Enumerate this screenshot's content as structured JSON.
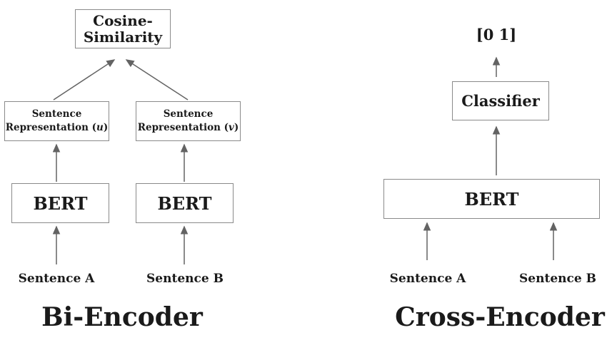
{
  "colors": {
    "background": "#ffffff",
    "box_border": "#8a8a8a",
    "arrow": "#636363",
    "text": "#1a1a1a"
  },
  "bi_encoder": {
    "title": "Bi-Encoder",
    "cosine_box": {
      "line1": "Cosine-",
      "line2": "Similarity"
    },
    "rep_u_box": {
      "line1": "Sentence",
      "line2_prefix": "Representation (",
      "variable": "u",
      "line2_suffix": ")"
    },
    "rep_v_box": {
      "line1": "Sentence",
      "line2_prefix": "Representation (",
      "variable": "v",
      "line2_suffix": ")"
    },
    "bert_left_box": "BERT",
    "bert_right_box": "BERT",
    "input_a": "Sentence A",
    "input_b": "Sentence B"
  },
  "cross_encoder": {
    "title": "Cross-Encoder",
    "output_label": "[0 1]",
    "classifier_box": "Classifier",
    "bert_box": "BERT",
    "input_a": "Sentence A",
    "input_b": "Sentence B"
  }
}
